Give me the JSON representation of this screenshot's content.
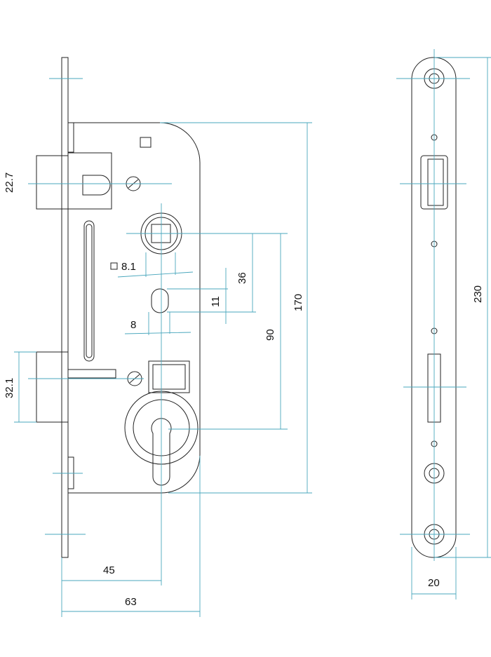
{
  "drawing": {
    "title": "Mortise lock technical drawing",
    "dimensions": {
      "latch_height": "22.7",
      "deadbolt_height": "32.1",
      "spindle_square": "8.1",
      "follower_to_slot": "36",
      "slot_height": "11",
      "slot_width": "8",
      "body_height": "170",
      "center_distance": "90",
      "faceplate_height": "230",
      "backset": "45",
      "body_depth": "63",
      "faceplate_width": "20"
    },
    "colors": {
      "outline": "#222222",
      "dimension": "#4aa7bd"
    }
  }
}
